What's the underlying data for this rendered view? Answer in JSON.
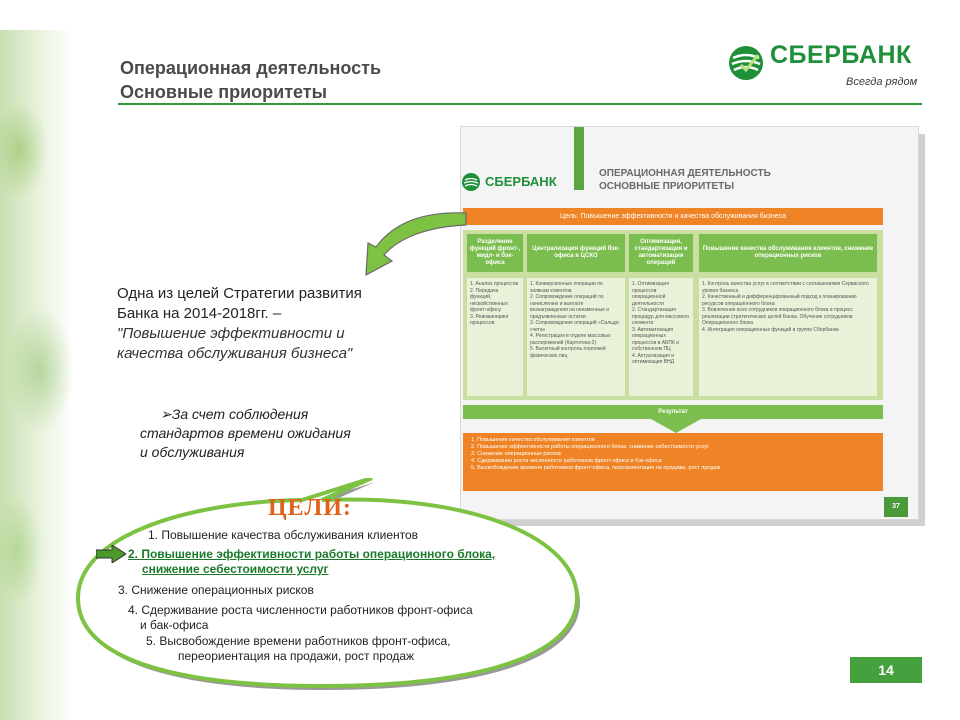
{
  "header": {
    "title_line1": "Операционная деятельность",
    "title_line2": "Основные приоритеты"
  },
  "logo": {
    "name": "СБЕРБАНК",
    "slogan": "Всегда рядом",
    "icon": "sberbank-logo-icon",
    "color": "#1f8f3a"
  },
  "thumbnail": {
    "logo_text": "СБЕРБАНК",
    "title_line1": "ОПЕРАЦИОННАЯ ДЕЯТЕЛЬНОСТЬ",
    "title_line2": "ОСНОВНЫЕ ПРИОРИТЕТЫ",
    "goal": "Цель: Повышение эффективности и качества обслуживания бизнеса",
    "columns": [
      {
        "header": "Разделение функций фронт-, мидл- и бэк-офиса",
        "items": [
          "1. Анализ процессов",
          "2. Передача функций, несвойственных фронт-офису",
          "3. Реинжиниринг процессов"
        ]
      },
      {
        "header": "Централизация функций бэк-офиса в ЦСКО",
        "items": [
          "1. Конверсионные операции по заявкам клиентов",
          "2. Сопровождение операций по начислению и выплате вознаграждения на неизменные и предъявленные остатки",
          "3. Сопровождение операций «Сальдо-счета»",
          "4. Регистрация в отделе массовых распоряжений (Картотека-2)",
          "5. Валютный контроль платежей физических лиц"
        ]
      },
      {
        "header": "Оптимизация, стандартизация и автоматизация операций",
        "items": [
          "1. Оптимизация процессов операционной деятельности",
          "2. Стандартизация процедур для массового сегмента",
          "3. Автоматизация операционных процессов в АБПК и собственном ПЦ",
          "4. Актуализация и оптимизация ВНД"
        ]
      },
      {
        "header": "Повышение качества обслуживания клиентов, снижение операционных рисков",
        "items": [
          "1. Контроль качества услуг в соответствии с соглашениями Сервисного уровня бизнеса",
          "2. Качественный и дифференцированный подход к планированию ресурсов операционного блока",
          "3. Вовлечение всех сотрудников операционного блока в процесс реализации стратегических целей Банка. Обучение сотрудников Операционного блока",
          "4. Интеграция операционных функций в группе Сбербанка"
        ]
      }
    ],
    "result_label": "Результат",
    "results": [
      "1. Повышение качества обслуживания клиентов",
      "2. Повышение эффективности работы операционного блока, снижение себестоимости услуг",
      "3. Снижение операционных рисков",
      "4. Сдерживание роста численности работников фронт-офиса и бэк-офиса",
      "5. Высвобождение времени работников фронт-офиса, переориентация на продажи, рост продаж"
    ],
    "page": "37"
  },
  "strategy": {
    "line1": "Одна из целей Стратегии развития",
    "line2": "Банка на 2014-2018гг. –",
    "quote_line1": "\"Повышение эффективности и",
    "quote_line2": "качества обслуживания бизнеса\""
  },
  "bullet": {
    "marker": "➢",
    "line1": "За счет соблюдения",
    "line2": "стандартов времени ожидания",
    "line3": "и обслуживания"
  },
  "goals": {
    "title": "ЦЕЛИ:",
    "g1": "1.  Повышение качества обслуживания клиентов",
    "g2_line1": "2. Повышение эффективности работы операционного блока,",
    "g2_line2": "снижение себестоимости услуг",
    "g3": "3. Снижение операционных рисков",
    "g4_line1": "4. Сдерживание роста численности работников фронт-офиса",
    "g4_line2": "и бак-офиса",
    "g5_line1": "5.   Высвобождение времени работников фронт-офиса,",
    "g5_line2": "переориентация на продажи, рост продаж"
  },
  "page_number": "14",
  "colors": {
    "accent_green": "#2f9a3a",
    "orange": "#ee8425",
    "goals_title": "#e0621a"
  }
}
